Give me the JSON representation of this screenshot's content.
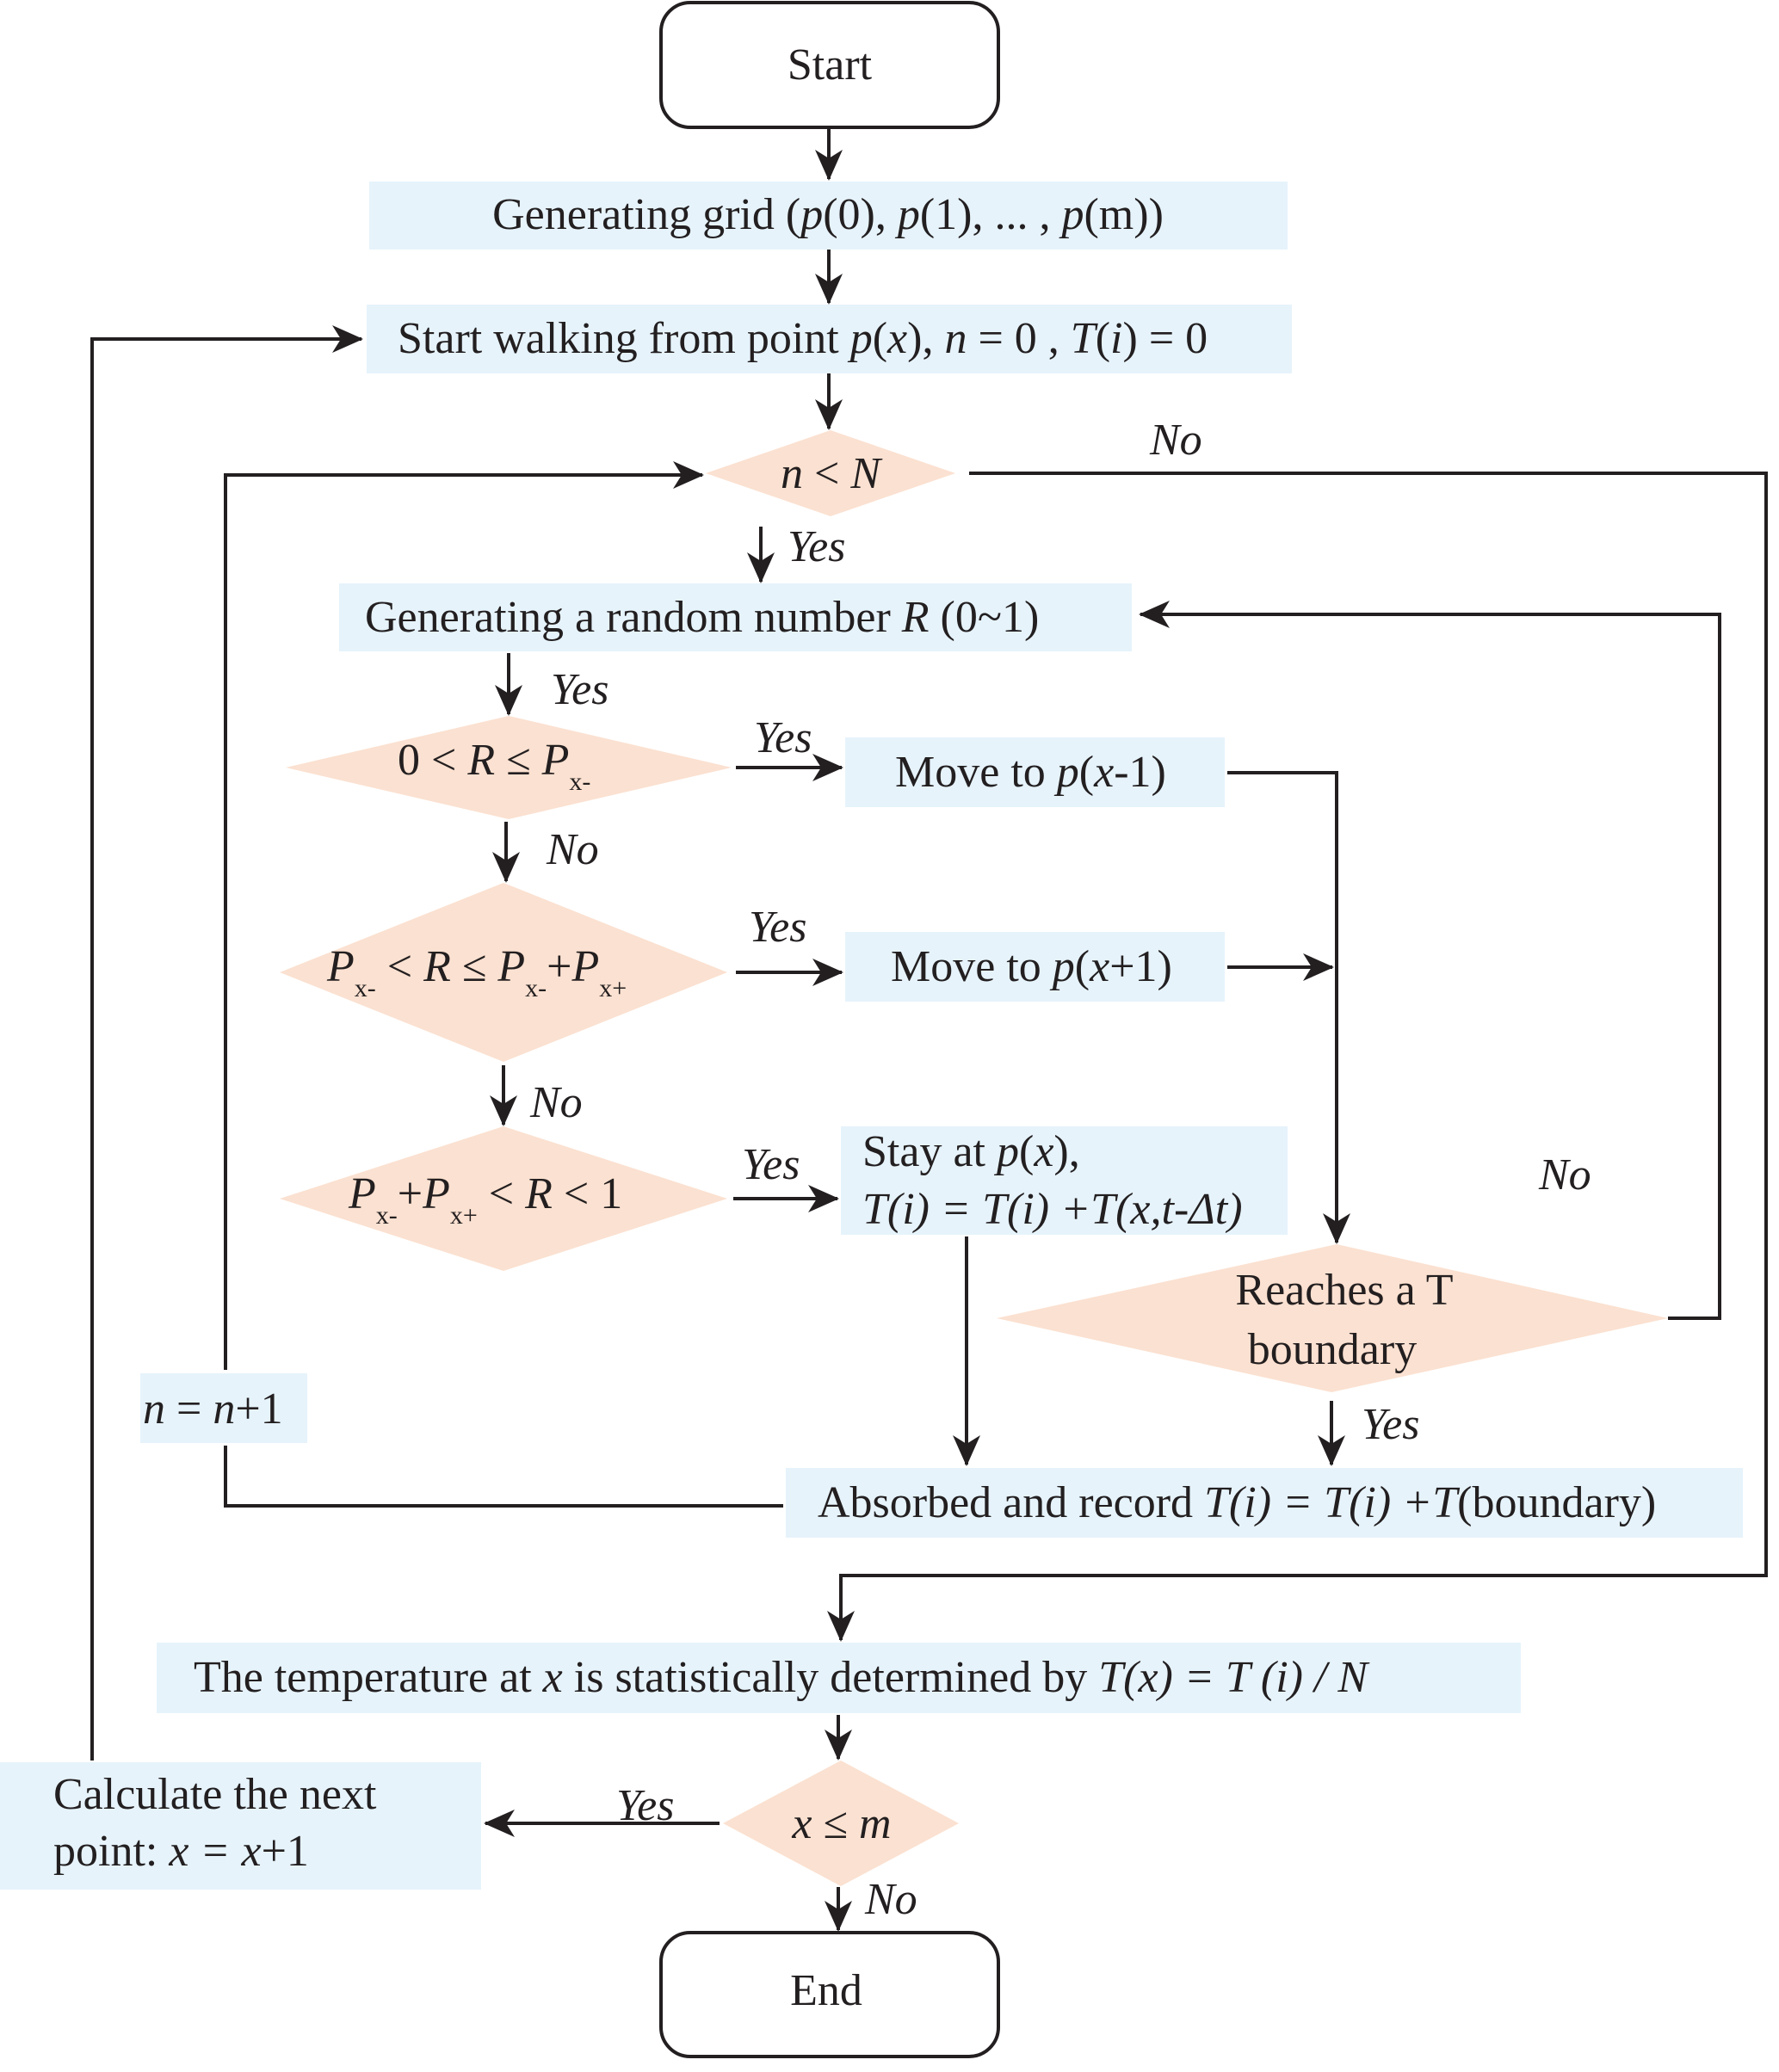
{
  "colors": {
    "process_fill": "#e6f3fb",
    "decision_fill": "#fbe1d1",
    "line": "#231f20",
    "background": "#ffffff"
  },
  "nodes": {
    "start": "Start",
    "grid": {
      "pre": "Generating grid (",
      "t1": "p",
      "t2": "(0), ",
      "t3": "p",
      "t4": "(1), ... , ",
      "t5": "p",
      "t6": "(m))"
    },
    "walk": {
      "pre": "Start walking from point ",
      "p": "p",
      "a": "(",
      "x": "x",
      "b": "), ",
      "n": "n",
      "eq0": " = 0 ,  ",
      "T": "T",
      "c": "(",
      "i": "i",
      "d": ") = 0"
    },
    "loop_check": {
      "n": "n",
      "op": " < ",
      "N": "N"
    },
    "random": {
      "pre": "Generating a random number ",
      "R": "R",
      "post": " (0~1)"
    },
    "cond1": {
      "pre": "0 < ",
      "R": "R",
      "op": " ≤ ",
      "P": "P",
      "sub": "x-"
    },
    "move_left": {
      "pre": "Move to ",
      "p": "p",
      "a": "(",
      "x": "x",
      "post": "-1)"
    },
    "cond2": {
      "P1": "P",
      "s1": "x-",
      "op1": " <  ",
      "R": "R",
      "op2": "  ≤ ",
      "P2": "P",
      "s2": "x-",
      "plus": "+",
      "P3": "P",
      "s3": "x+"
    },
    "move_right": {
      "pre": "Move to ",
      "p": "p",
      "a": "(",
      "x": "x",
      "post": "+1)"
    },
    "cond3": {
      "P1": "P",
      "s1": "x-",
      "plus": "+",
      "P2": "P",
      "s2": "x+",
      "op": " <  ",
      "R": "R",
      "post": "  < 1"
    },
    "stay": {
      "line1_pre": "Stay at ",
      "line1_p": "p",
      "line1_a": "(",
      "line1_x": "x",
      "line1_post": "),",
      "line2": "T(i)  = T(i) +T(x,t-Δt)"
    },
    "boundary_check": {
      "line1": "Reaches a T",
      "line2": "boundary"
    },
    "increment": {
      "n1": "n",
      "eq": " = ",
      "n2": "n",
      "post": "+1"
    },
    "absorbed": {
      "pre": "Absorbed and record ",
      "expr": "T(i) = T(i) +T",
      "post": "(boundary)"
    },
    "temperature": {
      "pre": "The temperature at ",
      "x": "x",
      "mid": " is statistically determined by ",
      "expr": "T(x) = T (i) / N"
    },
    "point_check": {
      "x": "x",
      "op": " ≤ ",
      "m": "m"
    },
    "next_point": {
      "line1": "Calculate the next",
      "line2_pre": "point: ",
      "line2_expr": "x = x",
      "line2_post": "+1"
    },
    "end": "End"
  },
  "edge_labels": {
    "loop_no": "No",
    "loop_yes": "Yes",
    "random_yes": "Yes",
    "cond1_yes": "Yes",
    "cond1_no": "No",
    "cond2_yes": "Yes",
    "cond2_no": "No",
    "cond3_yes": "Yes",
    "boundary_no": "No",
    "boundary_yes": "Yes",
    "point_yes": "Yes",
    "point_no": "No"
  }
}
